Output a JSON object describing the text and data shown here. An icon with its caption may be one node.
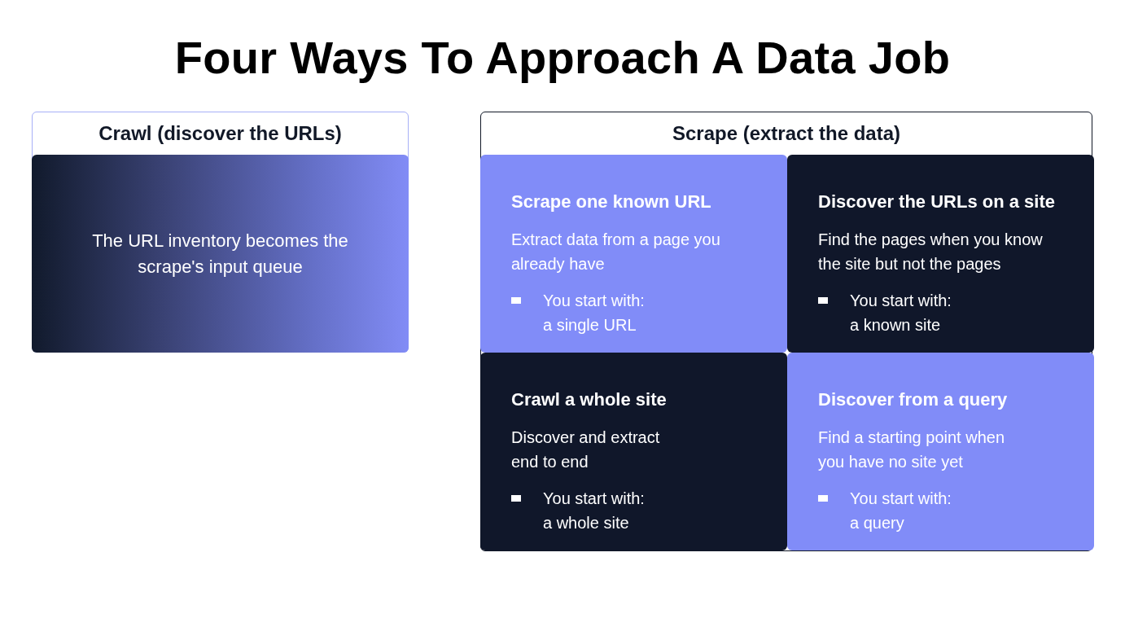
{
  "diagram": {
    "title": "Four Ways To Approach A Data Job",
    "nodes": [
      {
        "text": [
          "Crawl (discover the URLs)"
        ]
      },
      {
        "text": [
          "The URL inventory becomes the scrape's input queue"
        ],
        "in": 0
      },
      {
        "text": [
          "Scrape (extract the data)"
        ]
      },
      {
        "text": [
          "Scrape one known URL",
          "Extract data from a page you already have",
          "You start with: a single URL"
        ],
        "in": 2
      },
      {
        "text": [
          "Discover the URLs on a site",
          "Find the pages when you know the site but not the pages",
          "You start with: a known site"
        ],
        "in": 2
      },
      {
        "text": [
          "Crawl a whole site",
          "Discover and extract end to end",
          "You start with: a whole site"
        ],
        "in": 2
      },
      {
        "text": [
          "Discover from a query",
          "Find a starting point when you have no site yet",
          "You start with: a query"
        ],
        "in": 2
      }
    ]
  }
}
